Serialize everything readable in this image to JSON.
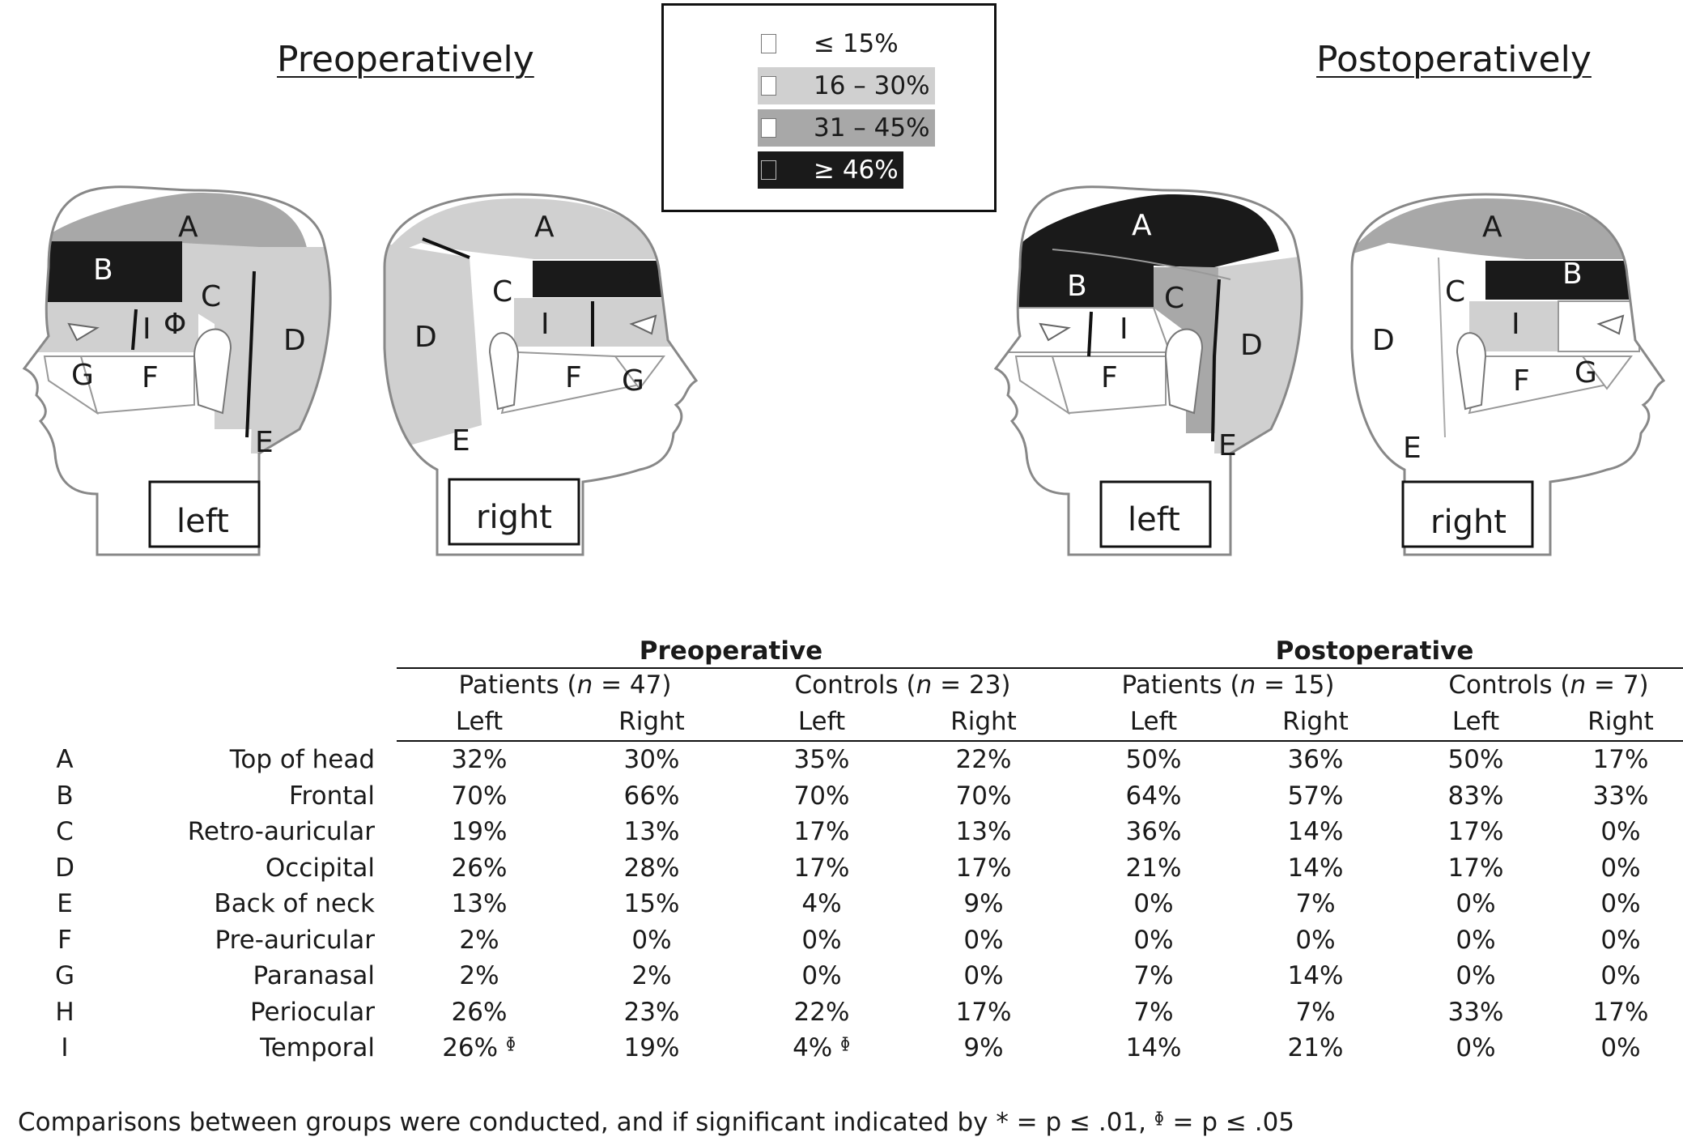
{
  "figure": {
    "titles": {
      "pre": "Preoperatively",
      "post": "Postoperatively"
    },
    "legend": [
      {
        "label": "≤ 15%",
        "color": "#ffffff",
        "swatch_width": 0
      },
      {
        "label": "16 – 30%",
        "color": "#d0d0d0"
      },
      {
        "label": "31 – 45%",
        "color": "#a8a8a8"
      },
      {
        "label": "≥ 46%",
        "color": "#1a1a1a"
      }
    ],
    "heads": {
      "pre_left": {
        "box": "left",
        "regions": {
          "A": "31-45",
          "B": "46+",
          "C": "16-30",
          "D": "16-30",
          "E": "<=15",
          "F": "<=15",
          "G": "<=15",
          "H": "16-30",
          "I": "16-30"
        },
        "marker": "Φ"
      },
      "pre_right": {
        "box": "right",
        "regions": {
          "A": "16-30",
          "B": "46+",
          "C": "<=15",
          "D": "16-30",
          "E": "<=15",
          "F": "<=15",
          "G": "<=15",
          "H": "16-30",
          "I": "16-30"
        }
      },
      "post_left": {
        "box": "left",
        "regions": {
          "A": "46+",
          "B": "46+",
          "C": "31-45",
          "D": "16-30",
          "E": "<=15",
          "F": "<=15",
          "G": "<=15",
          "H": "<=15",
          "I": "<=15"
        }
      },
      "post_right": {
        "box": "right",
        "regions": {
          "A": "31-45",
          "B": "46+",
          "C": "<=15",
          "D": "<=15",
          "E": "<=15",
          "F": "<=15",
          "G": "<=15",
          "H": "<=15",
          "I": "16-30"
        }
      }
    }
  },
  "table": {
    "groups": [
      "Preoperative",
      "Postoperative"
    ],
    "subgroups": [
      {
        "pre": "Patients (",
        "n": "n",
        "post": " = 47)"
      },
      {
        "pre": "Controls (",
        "n": "n",
        "post": " = 23)"
      },
      {
        "pre": "Patients (",
        "n": "n",
        "post": " = 15)"
      },
      {
        "pre": "Controls (",
        "n": "n",
        "post": " = 7)"
      }
    ],
    "sides": [
      "Left",
      "Right",
      "Left",
      "Right",
      "Left",
      "Right",
      "Left",
      "Right"
    ],
    "rows": [
      {
        "code": "A",
        "name": "Top of head",
        "values": [
          "32%",
          "30%",
          "35%",
          "22%",
          "50%",
          "36%",
          "50%",
          "17%"
        ]
      },
      {
        "code": "B",
        "name": "Frontal",
        "values": [
          "70%",
          "66%",
          "70%",
          "70%",
          "64%",
          "57%",
          "83%",
          "33%"
        ]
      },
      {
        "code": "C",
        "name": "Retro-auricular",
        "values": [
          "19%",
          "13%",
          "17%",
          "13%",
          "36%",
          "14%",
          "17%",
          "0%"
        ]
      },
      {
        "code": "D",
        "name": "Occipital",
        "values": [
          "26%",
          "28%",
          "17%",
          "17%",
          "21%",
          "14%",
          "17%",
          "0%"
        ]
      },
      {
        "code": "E",
        "name": "Back of neck",
        "values": [
          "13%",
          "15%",
          "4%",
          "9%",
          "0%",
          "7%",
          "0%",
          "0%"
        ]
      },
      {
        "code": "F",
        "name": "Pre-auricular",
        "values": [
          "2%",
          "0%",
          "0%",
          "0%",
          "0%",
          "0%",
          "0%",
          "0%"
        ]
      },
      {
        "code": "G",
        "name": "Paranasal",
        "values": [
          "2%",
          "2%",
          "0%",
          "0%",
          "7%",
          "14%",
          "0%",
          "0%"
        ]
      },
      {
        "code": "H",
        "name": "Periocular",
        "values": [
          "26%",
          "23%",
          "22%",
          "17%",
          "7%",
          "7%",
          "33%",
          "17%"
        ]
      },
      {
        "code": "I",
        "name": "Temporal",
        "values": [
          "26% ᶲ",
          "19%",
          "4% ᶲ",
          "9%",
          "14%",
          "21%",
          "0%",
          "0%"
        ]
      }
    ],
    "footnote": "Comparisons between groups were conducted, and if significant indicated by * = p ≤ .01, ᶲ = p ≤ .05"
  }
}
